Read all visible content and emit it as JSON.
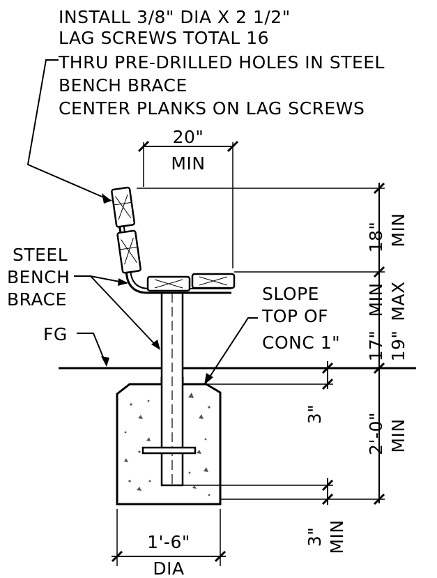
{
  "note": {
    "lines": [
      "INSTALL 3/8\" DIA X 2 1/2\"",
      "LAG SCREWS TOTAL 16",
      "THRU PRE-DRILLED HOLES IN STEEL",
      "BENCH BRACE",
      "CENTER PLANKS ON LAG SCREWS"
    ]
  },
  "labels": {
    "steel_brace": [
      "STEEL",
      "BENCH",
      "BRACE"
    ],
    "fg": "FG",
    "slope": [
      "SLOPE",
      "TOP OF",
      "CONC 1\""
    ]
  },
  "dims": {
    "seat_depth_value": "20\"",
    "seat_depth_qual": "MIN",
    "back_height_value": "18\"",
    "back_height_qual": "MIN",
    "seat_height_min_value": "17\"",
    "seat_height_min_qual": "MIN",
    "seat_height_max_value": "19\"",
    "seat_height_max_qual": "MAX",
    "embed_value": "2'-0\"",
    "embed_qual": "MIN",
    "top_offset_value": "3\"",
    "bottom_cover_value": "3\"",
    "bottom_cover_qual": "MIN",
    "footing_dia_value": "1'-6\"",
    "footing_dia_qual": "DIA"
  }
}
